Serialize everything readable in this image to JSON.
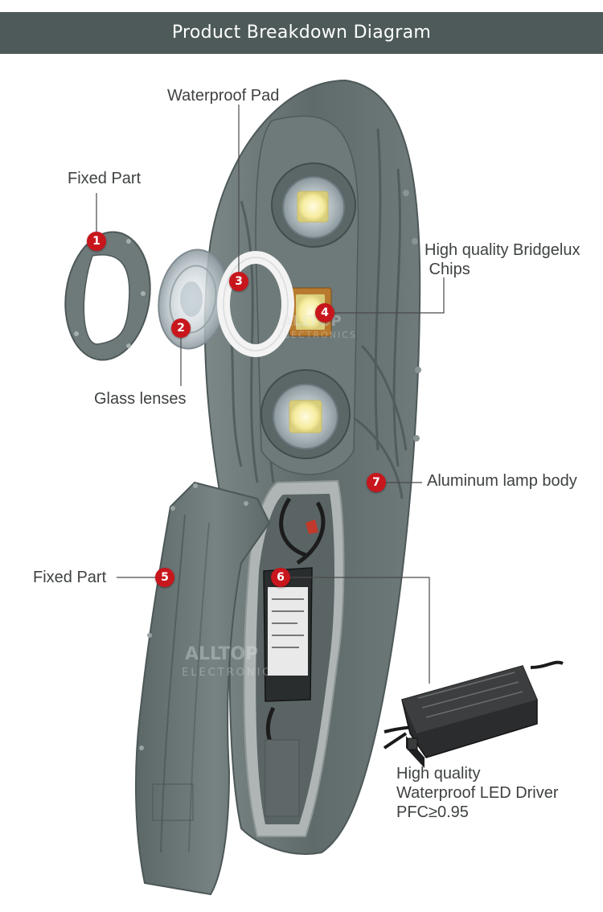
{
  "header": {
    "title": "Product Breakdown Diagram"
  },
  "colors": {
    "header_bg": "#4d5a59",
    "badge": "#c8161d",
    "body_gray": "#6b7676",
    "text": "#3e4241"
  },
  "watermark": {
    "brand": "ALLTOP",
    "sub": "ELECTRONICS"
  },
  "parts": [
    {
      "number": "1",
      "label": "Fixed Part"
    },
    {
      "number": "2",
      "label": "Glass lenses"
    },
    {
      "number": "3",
      "label": "Waterproof Pad"
    },
    {
      "number": "4",
      "label_lines": [
        "High quality Bridgelux",
        " Chips"
      ]
    },
    {
      "number": "5",
      "label": "Fixed Part"
    },
    {
      "number": "6",
      "label_lines": [
        "High quality",
        "Waterproof LED Driver",
        "PFC≥0.95"
      ]
    },
    {
      "number": "7",
      "label": "Aluminum lamp body"
    }
  ]
}
